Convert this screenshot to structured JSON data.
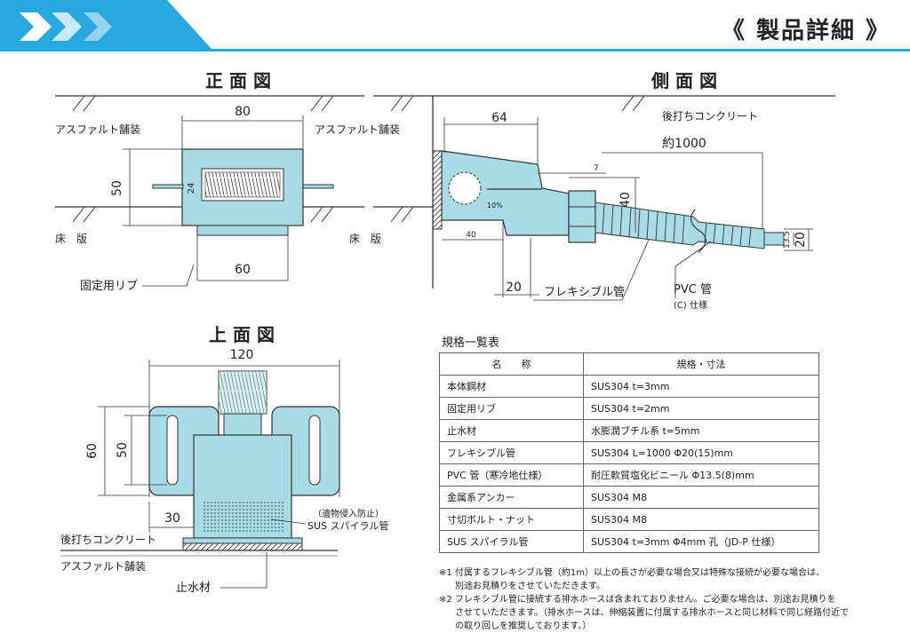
{
  "page_title": "《 製品詳細 》",
  "colors": {
    "accent": "#29a8e0",
    "part_fill": "#a9dbe6",
    "line": "#333333"
  },
  "front_view": {
    "title": "正 面 図",
    "dim_width_top": "80",
    "dim_width_bottom": "60",
    "dim_height": "50",
    "dim_inner": "24",
    "label_asphalt_left": "アスファルト舗装",
    "label_asphalt_right": "アスファルト舗装",
    "label_floor_left": "床　版",
    "label_floor_right": "床　版",
    "label_rib": "固定用リブ"
  },
  "side_view": {
    "title": "側 面 図",
    "dim_64": "64",
    "dim_40": "40",
    "dim_7": "7",
    "dim_bottom_40": "40",
    "dim_20_bottom": "20",
    "dim_1000": "約1000",
    "dim_13_5": "13.5",
    "dim_20_right": "20",
    "slope": "10%",
    "label_post_concrete": "後打ちコンクリート",
    "label_flex": "フレキシブル管",
    "label_pvc": "PVC 管",
    "label_pvc_sub": "(C) 仕様"
  },
  "top_view": {
    "title": "上 面 図",
    "dim_120": "120",
    "dim_60": "60",
    "dim_50": "50",
    "dim_30": "30",
    "label_post_concrete": "後打ちコンクリート",
    "label_asphalt": "アスファルト舗装",
    "label_water_stop": "止水材",
    "label_spiral_note": "（遺物侵入防止）",
    "label_spiral": "SUS スパイラル管"
  },
  "spec_table": {
    "caption": "規格一覧表",
    "header_name": "名　　称",
    "header_spec": "規格・寸法",
    "rows": [
      {
        "name": "本体鋼材",
        "spec": "SUS304 t=3mm"
      },
      {
        "name": "固定用リブ",
        "spec": "SUS304 t=2mm"
      },
      {
        "name": "止水材",
        "spec": "水膨潤ブチル系 t=5mm"
      },
      {
        "name": "フレキシブル管",
        "spec": "SUS304 L=1000 Φ20(15)mm"
      },
      {
        "name": "PVC 管（寒冷地仕様）",
        "spec": "耐圧軟質塩化ビニール Φ13.5(8)mm"
      },
      {
        "name": "金属系アンカー",
        "spec": "SUS304 M8"
      },
      {
        "name": "寸切ボルト・ナット",
        "spec": "SUS304 M8"
      },
      {
        "name": "SUS スパイラル管",
        "spec": "SUS304 t=3mm Φ4mm 孔（JD-P 仕様）"
      }
    ]
  },
  "notes": [
    "※1 付属するフレキシブル管（約1m）以上の長さが必要な場合又は特殊な接続が必要な場合は、",
    "別途お見積りをさせていただきます。",
    "※2 フレキシブル管に接続する排水ホースは含まれておりません。ご必要な場合は、別途お見積りを",
    "させていただきます。（排水ホースは、伸縮装置に付属する排水ホースと同じ材料で同じ経路付近で",
    "の取り回しを推奨しております。）"
  ]
}
